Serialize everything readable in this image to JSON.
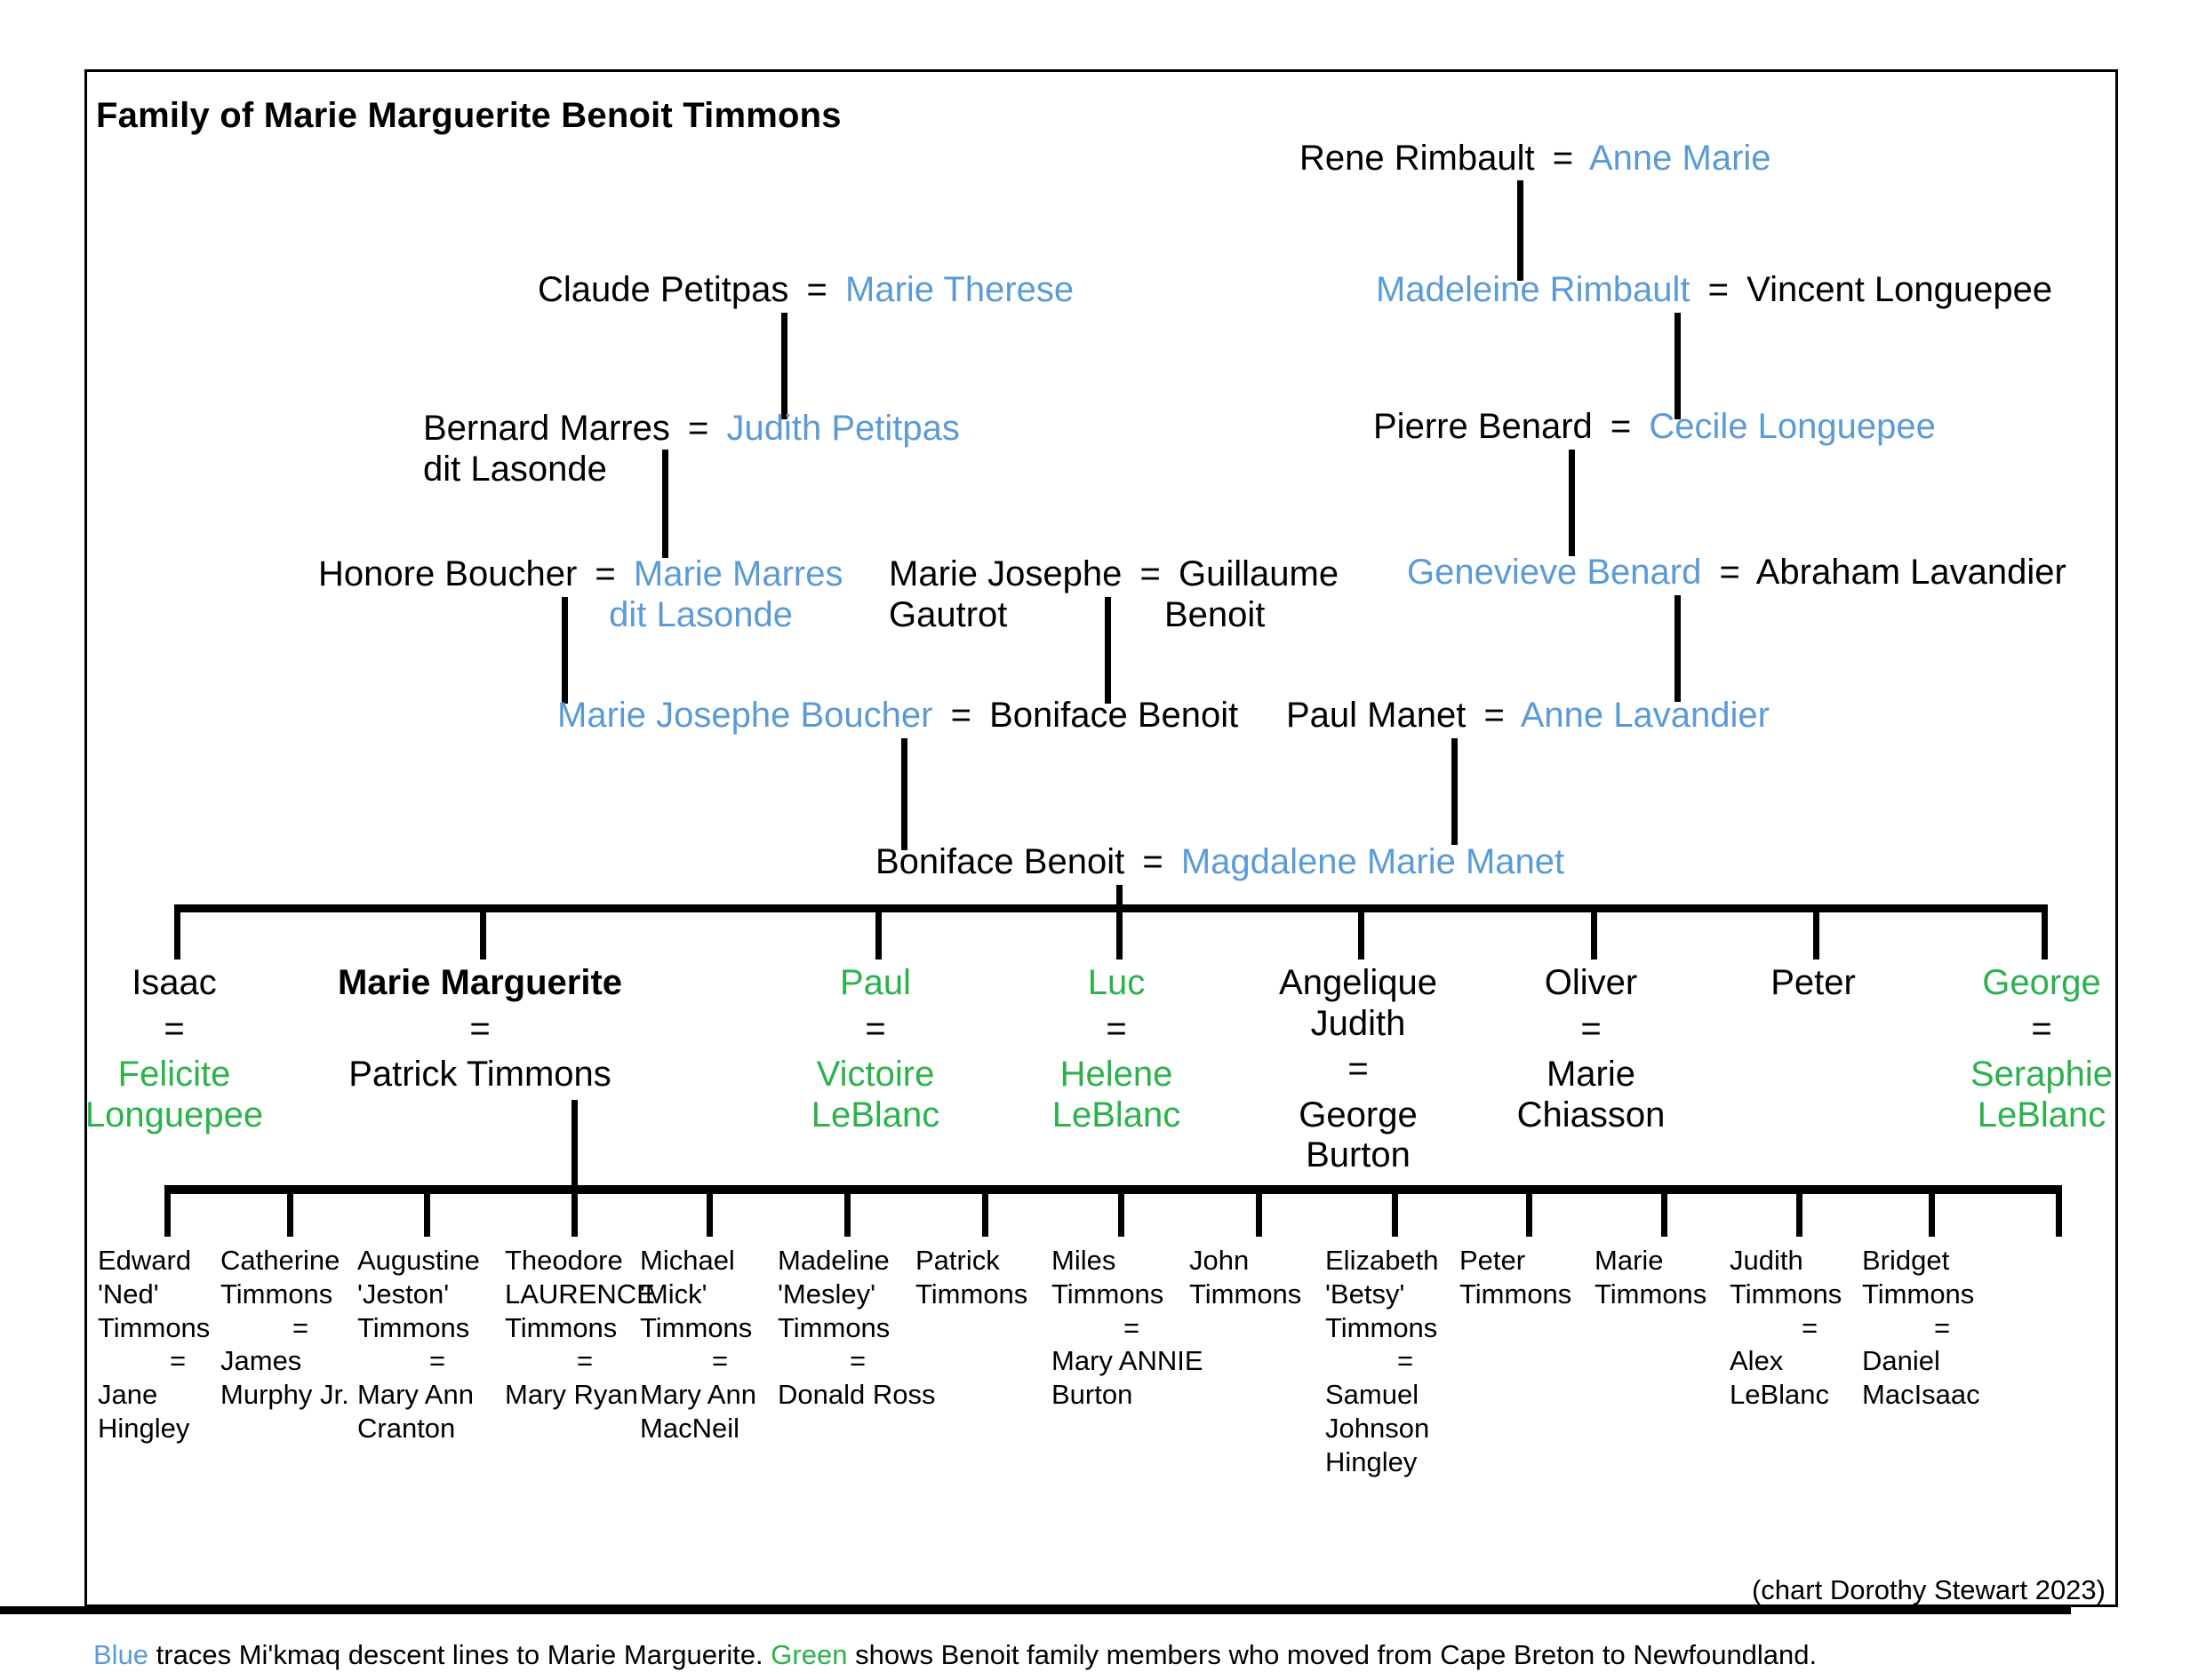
{
  "chart": {
    "title": "Family of Marie Marguerite Benoit Timmons",
    "credit": "(chart Dorothy Stewart 2023)",
    "colors": {
      "blue": "#5B9BD5",
      "green": "#2BB24C",
      "black": "#000000"
    },
    "legend": {
      "blue_word": "Blue",
      "blue_text": " traces Mi'kmaq descent lines to Marie Marguerite. ",
      "green_word": "Green",
      "green_text": " shows Benoit family members who moved from Cape Breton to Newfoundland."
    },
    "eq": "="
  },
  "generations": {
    "g1_right": {
      "husband": "Rene Rimbault",
      "wife": "Anne Marie"
    },
    "g2_left": {
      "husband": "Claude Petitpas",
      "wife": "Marie Therese"
    },
    "g2_right": {
      "wife": "Madeleine Rimbault",
      "husband": "Vincent Longuepee"
    },
    "g3_left": {
      "husband_line1": "Bernard  Marres",
      "husband_line2": "dit Lasonde",
      "wife": "Judith Petitpas"
    },
    "g3_right": {
      "husband": "Pierre Benard",
      "wife": "Cecile Longuepee"
    },
    "g4_left": {
      "husband": "Honore Boucher",
      "wife_line1": "Marie Marres",
      "wife_line2": "dit Lasonde"
    },
    "g4_mid": {
      "wife_line1": "Marie Josephe",
      "wife_line2": "Gautrot",
      "husband_line1": "Guillaume",
      "husband_line2": "Benoit"
    },
    "g4_right": {
      "wife": "Genevieve Benard",
      "husband": "Abraham Lavandier"
    },
    "g5_mid": {
      "wife": "Marie Josephe Boucher",
      "husband": "Boniface Benoit"
    },
    "g5_right": {
      "husband": "Paul Manet",
      "wife": "Anne Lavandier"
    },
    "g6_center": {
      "husband": "Boniface Benoit",
      "wife": "Magdalene Marie Manet"
    }
  },
  "children": [
    {
      "name": "Isaac",
      "name_color": "black",
      "name_bold": false,
      "spouse": [
        "Felicite",
        "Longuepee"
      ],
      "spouse_color": "green"
    },
    {
      "name": "Marie Marguerite",
      "name_color": "black",
      "name_bold": true,
      "spouse": [
        "Patrick Timmons"
      ],
      "spouse_color": "black"
    },
    {
      "name": "Paul",
      "name_color": "green",
      "name_bold": false,
      "spouse": [
        "Victoire",
        "LeBlanc"
      ],
      "spouse_color": "green"
    },
    {
      "name": "Luc",
      "name_color": "green",
      "name_bold": false,
      "spouse": [
        "Helene",
        "LeBlanc"
      ],
      "spouse_color": "green"
    },
    {
      "name_lines": [
        "Angelique",
        "Judith"
      ],
      "name": "Angelique Judith",
      "name_color": "black",
      "name_bold": false,
      "spouse": [
        "George",
        "Burton"
      ],
      "spouse_color": "black"
    },
    {
      "name": "Oliver",
      "name_color": "black",
      "name_bold": false,
      "spouse": [
        "Marie",
        "Chiasson"
      ],
      "spouse_color": "black"
    },
    {
      "name": "Peter",
      "name_color": "black",
      "name_bold": false,
      "spouse": [],
      "spouse_color": "black"
    },
    {
      "name": "George",
      "name_color": "green",
      "name_bold": false,
      "spouse": [
        "Seraphie",
        "LeBlanc"
      ],
      "spouse_color": "green"
    }
  ],
  "grandchildren": [
    {
      "name": [
        "Edward",
        "'Ned'",
        "Timmons"
      ],
      "spouse": [
        "Jane",
        "Hingley"
      ]
    },
    {
      "name": [
        "Catherine",
        "Timmons"
      ],
      "spouse": [
        "James",
        "Murphy Jr."
      ]
    },
    {
      "name": [
        "Augustine",
        "'Jeston'",
        "Timmons"
      ],
      "spouse": [
        "Mary Ann",
        "Cranton"
      ]
    },
    {
      "name": [
        "Theodore",
        "LAURENCE",
        "Timmons"
      ],
      "spouse": [
        "Mary Ryan"
      ]
    },
    {
      "name": [
        "Michael",
        "'Mick'",
        "Timmons"
      ],
      "spouse": [
        "Mary Ann",
        "MacNeil"
      ]
    },
    {
      "name": [
        "Madeline",
        "'Mesley'",
        "Timmons"
      ],
      "spouse": [
        "Donald Ross"
      ]
    },
    {
      "name": [
        "Patrick",
        "Timmons"
      ],
      "spouse": []
    },
    {
      "name": [
        "Miles",
        "Timmons"
      ],
      "spouse": [
        "Mary ANNIE",
        "Burton"
      ]
    },
    {
      "name": [
        "John",
        "Timmons"
      ],
      "spouse": []
    },
    {
      "name": [
        "Elizabeth",
        "'Betsy'",
        "Timmons"
      ],
      "spouse": [
        "Samuel",
        "Johnson",
        "Hingley"
      ]
    },
    {
      "name": [
        "Peter",
        "Timmons"
      ],
      "spouse": []
    },
    {
      "name": [
        "Marie",
        "Timmons"
      ],
      "spouse": []
    },
    {
      "name": [
        "Judith",
        "Timmons"
      ],
      "spouse": [
        "Alex LeBlanc"
      ]
    },
    {
      "name": [
        "Bridget",
        "Timmons"
      ],
      "spouse": [
        "Daniel",
        "MacIsaac"
      ]
    }
  ]
}
